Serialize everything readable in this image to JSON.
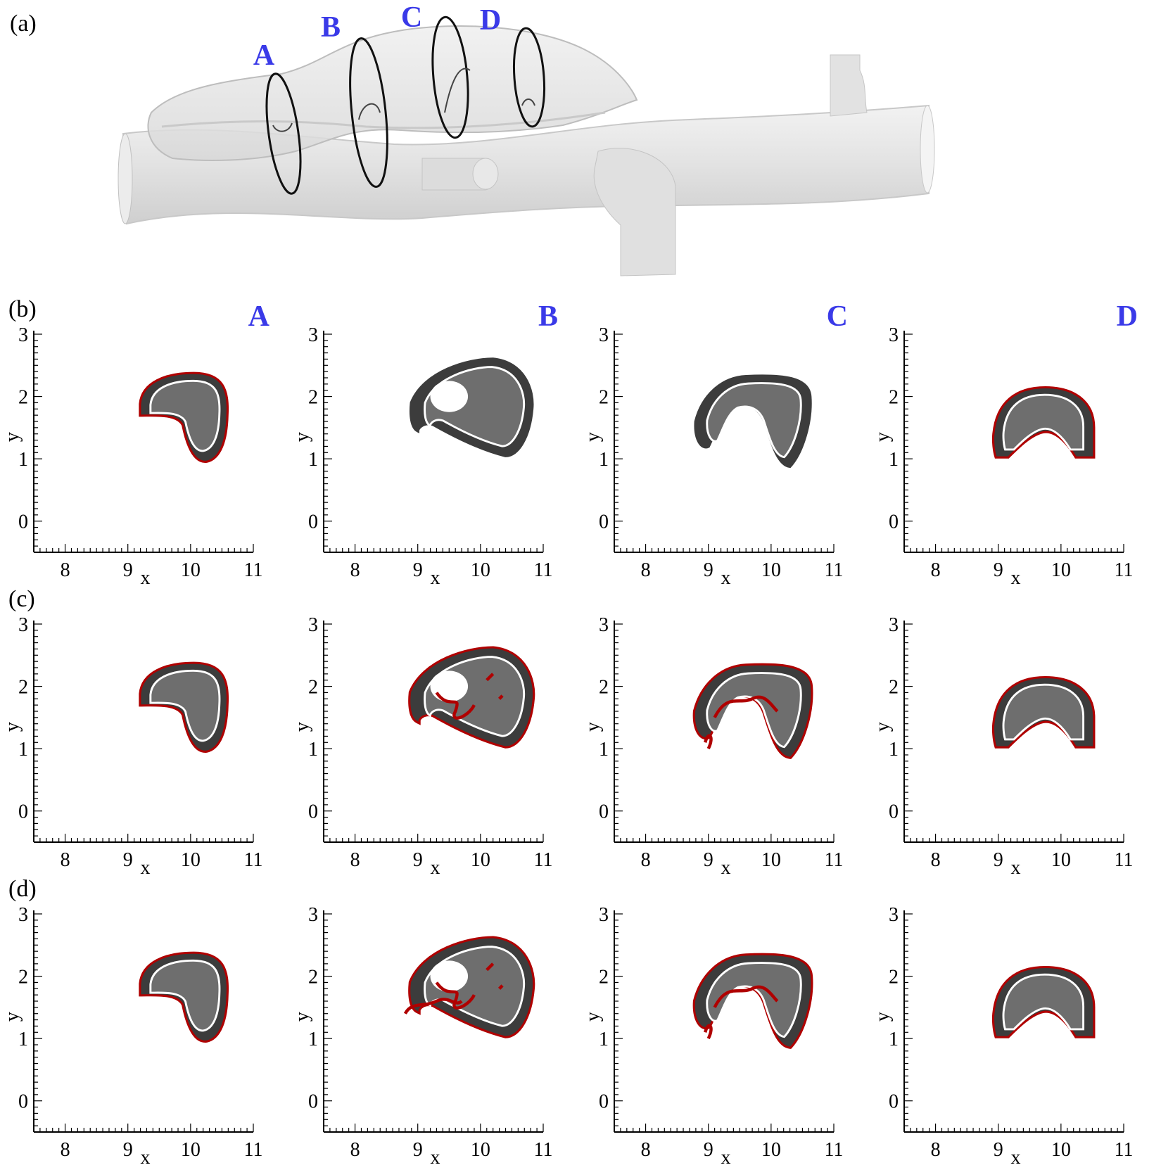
{
  "panels": {
    "a": "(a)",
    "rows": [
      "(b)",
      "(c)",
      "(d)"
    ]
  },
  "sections": [
    "A",
    "B",
    "C",
    "D"
  ],
  "axes": {
    "xlabel": "x",
    "ylabel": "y",
    "xticks": [
      "8",
      "9",
      "10",
      "11"
    ],
    "yticks": [
      "0",
      "1",
      "2",
      "3"
    ],
    "xlim": [
      7.5,
      11
    ],
    "ylim": [
      -0.5,
      3
    ]
  },
  "colors": {
    "vessel": "#e6e6e6",
    "lumen_outer": "#3c3c3c",
    "lumen_inner": "#6e6e6e",
    "contour": "#b00000",
    "section_label": "#3a3ae8"
  }
}
